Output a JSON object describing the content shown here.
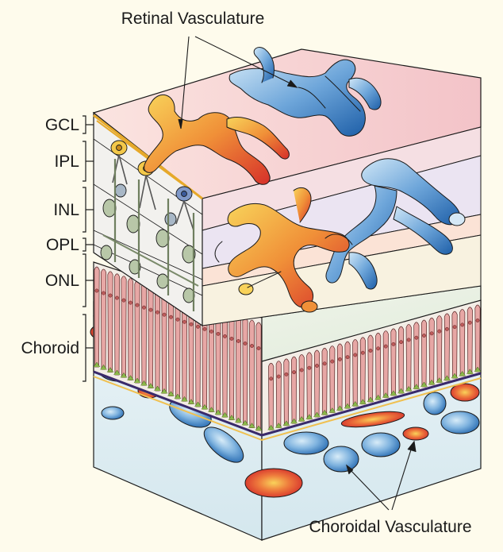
{
  "labels": {
    "retinal_vasculature": "Retinal Vasculature",
    "choroidal_vasculature": "Choroidal Vasculature",
    "layers": [
      "GCL",
      "IPL",
      "INL",
      "OPL",
      "ONL",
      "Choroid"
    ]
  },
  "colors": {
    "background": "#fefbec",
    "vessel_red": "#d9352b",
    "vessel_orange": "#f0a030",
    "vessel_yellow": "#f6d050",
    "vessel_blue": "#2a6fb5",
    "vessel_light_blue": "#9cc6e6",
    "pink_layer": "#f6c6c9",
    "photoreceptor_pink": "#e7a7a5",
    "choroid_bg": "#e6f1f4",
    "outline": "#1a1a1a"
  }
}
